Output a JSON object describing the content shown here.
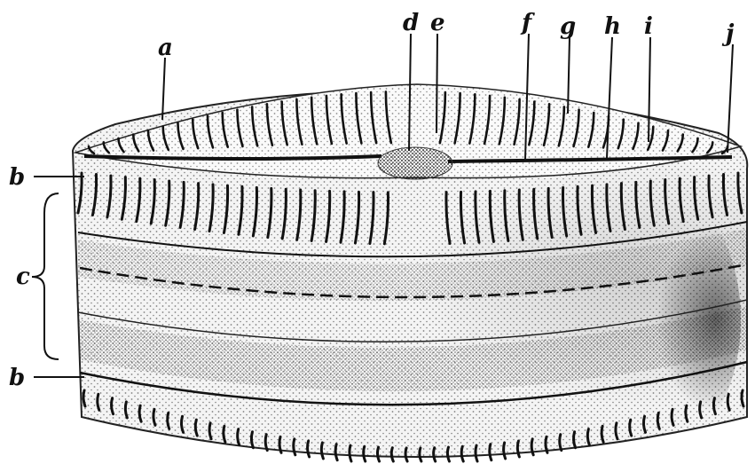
{
  "labels": {
    "a": "a",
    "b_top": "b",
    "b_bottom": "b",
    "c": "c",
    "d": "d",
    "e": "e",
    "f": "f",
    "g": "g",
    "h": "h",
    "i": "i",
    "j": "j"
  }
}
